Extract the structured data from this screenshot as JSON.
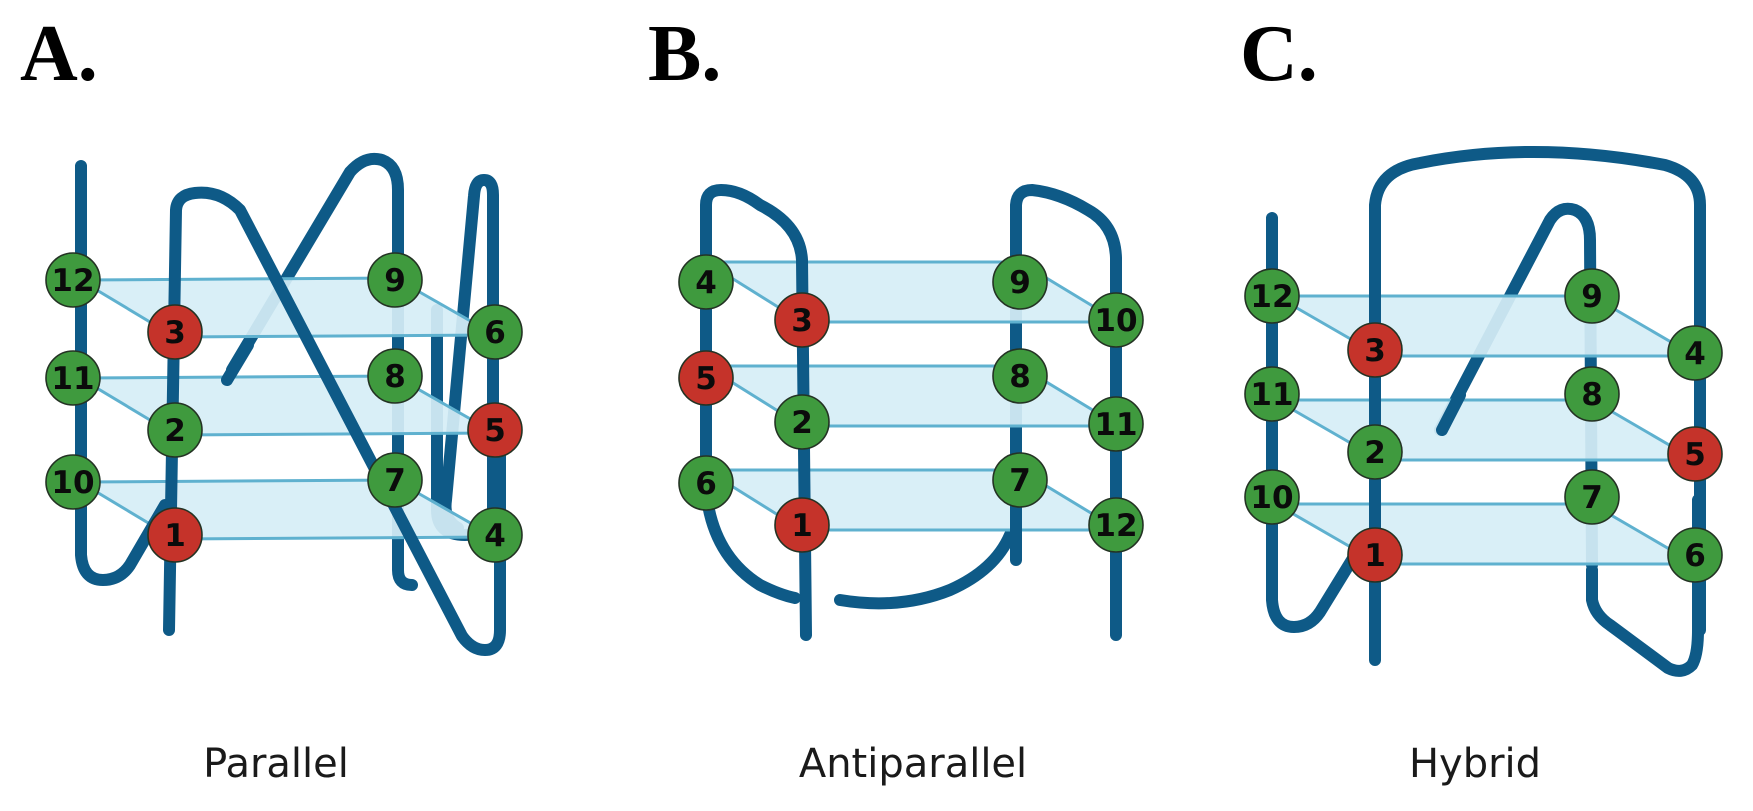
{
  "colors": {
    "strand": "#0e5a87",
    "plane": "#d6eef6",
    "plane_edge": "#5fb1cf",
    "node_green": "#3f9a3e",
    "node_red": "#c5332a"
  },
  "panels": [
    {
      "id": "parallel",
      "letter": "A.",
      "caption": "Parallel",
      "red": [
        1,
        3,
        5
      ],
      "green": [
        2,
        4,
        6,
        7,
        8,
        9,
        10,
        11,
        12
      ],
      "nodes_by_tier": [
        [
          "12",
          "3",
          "9",
          "6"
        ],
        [
          "11",
          "2",
          "8",
          "5"
        ],
        [
          "10",
          "1",
          "7",
          "4"
        ]
      ]
    },
    {
      "id": "antiparallel",
      "letter": "B.",
      "caption": "Antiparallel",
      "red": [
        1,
        3,
        5
      ],
      "green": [
        2,
        4,
        6,
        7,
        8,
        9,
        10,
        11,
        12
      ],
      "nodes_by_tier": [
        [
          "4",
          "3",
          "9",
          "10"
        ],
        [
          "5",
          "2",
          "8",
          "11"
        ],
        [
          "6",
          "1",
          "7",
          "12"
        ]
      ]
    },
    {
      "id": "hybrid",
      "letter": "C.",
      "caption": "Hybrid",
      "red": [
        1,
        3,
        5
      ],
      "green": [
        2,
        4,
        6,
        7,
        8,
        9,
        10,
        11,
        12
      ],
      "nodes_by_tier": [
        [
          "12",
          "3",
          "9",
          "4"
        ],
        [
          "11",
          "2",
          "8",
          "5"
        ],
        [
          "10",
          "1",
          "7",
          "6"
        ]
      ]
    }
  ]
}
